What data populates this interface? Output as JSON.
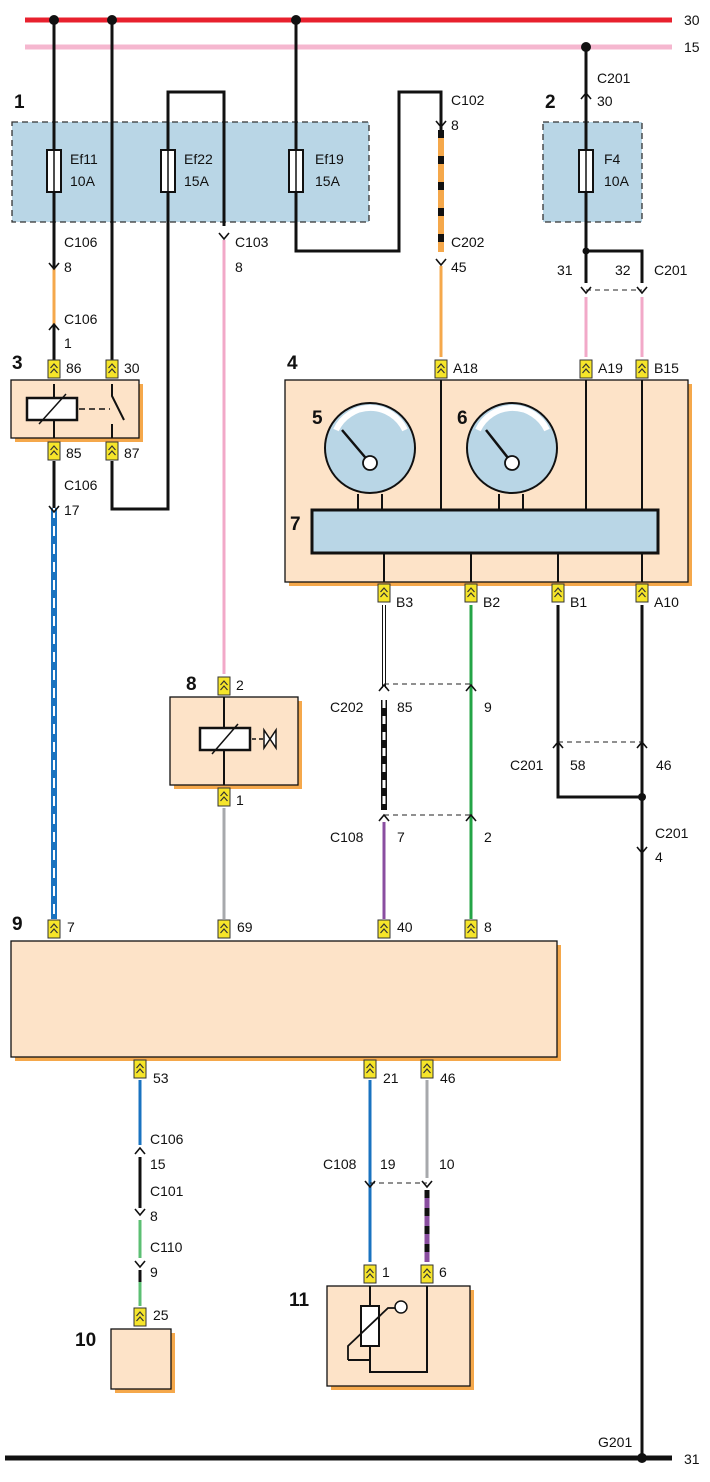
{
  "buses": {
    "b30": "30",
    "b15": "15",
    "b31": "31",
    "ground": "G201"
  },
  "components": {
    "c1": "1",
    "c2": "2",
    "c3": "3",
    "c4": "4",
    "c5": "5",
    "c6": "6",
    "c7": "7",
    "c8": "8",
    "c9": "9",
    "c10": "10",
    "c11": "11"
  },
  "fuses": {
    "ef11": {
      "name": "Ef11",
      "rating": "10A"
    },
    "ef22": {
      "name": "Ef22",
      "rating": "15A"
    },
    "ef19": {
      "name": "Ef19",
      "rating": "15A"
    },
    "f4": {
      "name": "F4",
      "rating": "10A"
    }
  },
  "labels": {
    "l01": "C201",
    "l02": "30",
    "l03": "C102",
    "l04": "8",
    "l05": "C106",
    "l06": "8",
    "l07": "C103",
    "l08": "8",
    "l09": "C202",
    "l10": "45",
    "l11": "31",
    "l12": "32",
    "l13": "C201",
    "l14": "C106",
    "l15": "1",
    "l16": "86",
    "l17": "30",
    "l18": "A18",
    "l19": "A19",
    "l20": "B15",
    "l21": "85",
    "l22": "87",
    "l23": "C106",
    "l24": "17",
    "l25": "B3",
    "l26": "B2",
    "l27": "B1",
    "l28": "A10",
    "l29": "2",
    "l30": "C202",
    "l31": "85",
    "l32": "9",
    "l33": "C201",
    "l34": "58",
    "l35": "46",
    "l36": "1",
    "l37": "C108",
    "l38": "7",
    "l39": "2",
    "l40": "C201",
    "l41": "4",
    "l42": "7",
    "l43": "69",
    "l44": "40",
    "l45": "8",
    "l46": "53",
    "l47": "21",
    "l48": "46",
    "l49": "C106",
    "l50": "15",
    "l51": "C108",
    "l52": "19",
    "l53": "10",
    "l54": "C101",
    "l55": "8",
    "l56": "C110",
    "l57": "9",
    "l58": "1",
    "l59": "6",
    "l60": "25"
  },
  "colors": {
    "bus30": "#e8212e",
    "bus15": "#f5b7cf",
    "black": "#111111",
    "orange": "#f5a84b",
    "pink": "#f2a9c8",
    "blue": "#1a73c0",
    "grey": "#a7a9ac",
    "green": "#24a446",
    "purple": "#8a4ea0",
    "lightgreen": "#5cbf73",
    "fuse_box": "#b9d6e6",
    "component_box": "#fde3c8",
    "connector": "#f6e52a"
  }
}
